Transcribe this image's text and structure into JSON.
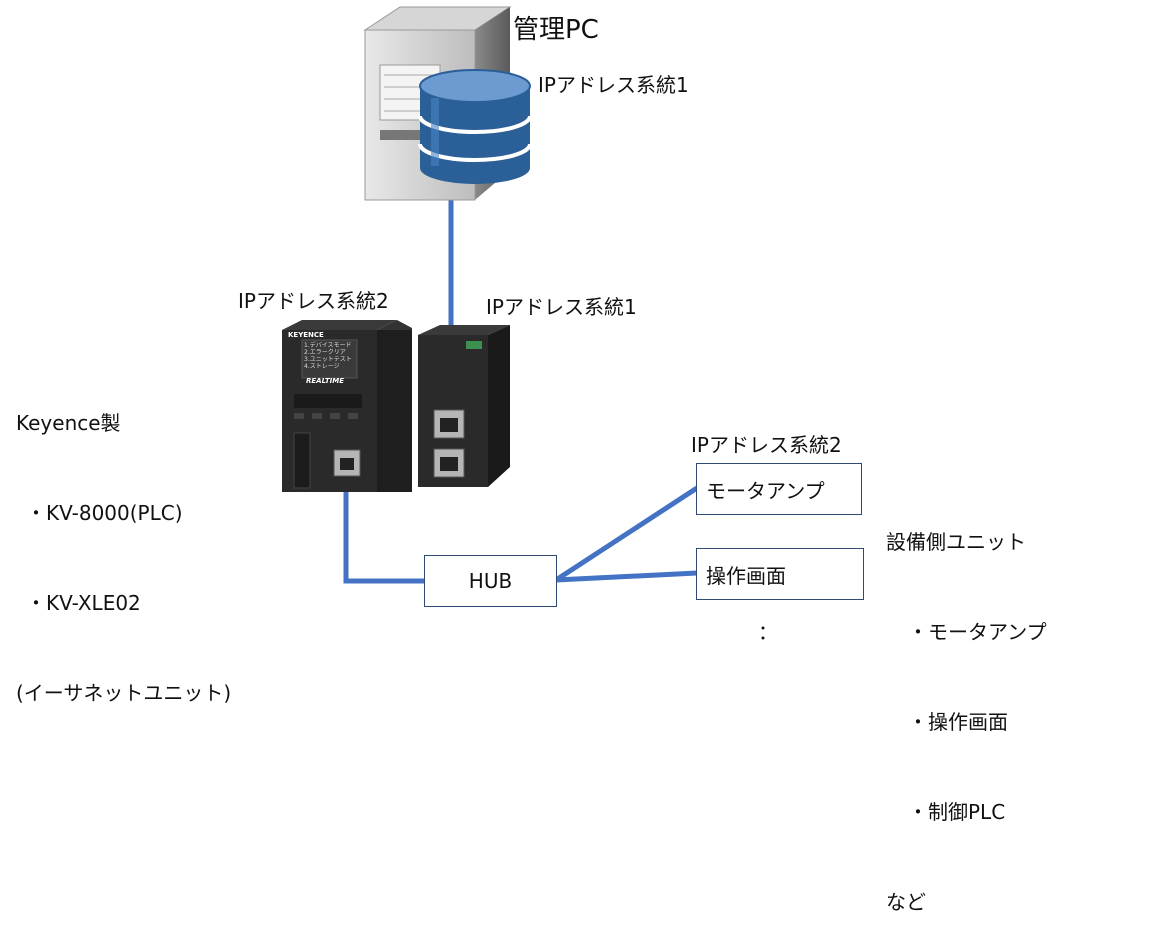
{
  "management_pc": {
    "title": "管理PC",
    "ip_label": "IPアドレス系統1"
  },
  "plc": {
    "ip_label_left": "IPアドレス系統2",
    "ip_label_right": "IPアドレス系統1",
    "brand_mark": "KEYENCE",
    "panel_text": "REALTIME",
    "menu_lines": [
      "1.デバイスモード",
      "2.エラークリア",
      "3.ユニットテスト",
      "4.ストレージ"
    ],
    "description": {
      "line1": "Keyence製",
      "line2": "・KV-8000(PLC)",
      "line3": "・KV-XLE02",
      "line4": "(イーサネットユニット)"
    }
  },
  "devices": {
    "ip_label": "IPアドレス系統2",
    "hub": "HUB",
    "motor_amp": "モータアンプ",
    "operation_screen": "操作画面",
    "ellipsis": "："
  },
  "equipment_units": {
    "heading": "設備側ユニット",
    "item1": "・モータアンプ",
    "item2": "・操作画面",
    "item3": "・制御PLC",
    "footer": "など"
  },
  "colors": {
    "wire": "#4472c4",
    "box_border": "#2f4a73",
    "plc_body": "#2a2a2a",
    "db_blue": "#2b5f97"
  }
}
